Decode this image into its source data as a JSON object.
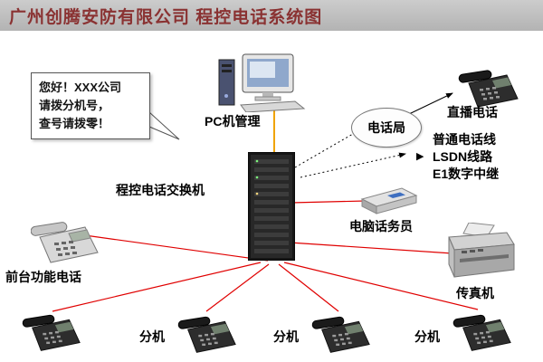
{
  "title_bar": {
    "title": "广州创腾安防有限公司 程控电话系统图"
  },
  "callout": {
    "lines": [
      "您好！XXX公司",
      "请拨分机号，",
      "查号请拨零！"
    ]
  },
  "labels": {
    "pc": "PC机管理",
    "switch": "程控电话交换机",
    "telecom_office": "电话局",
    "direct_phone": "直播电话",
    "ordinary_line": "普通电话线",
    "lsdn_line": "LSDN线路",
    "e1_line": "E1数字中继",
    "operator": "电脑话务员",
    "fax": "传真机",
    "front_desk": "前台功能电话",
    "extensions": [
      "分机",
      "分机",
      "分机"
    ]
  },
  "icons": {
    "arrow_right_glyph": "▶"
  },
  "colors": {
    "connection_red": "#e00000",
    "pc_link_orange": "#f0a300",
    "title_text": "#8a3232",
    "title_bg": "#bdbdbd"
  }
}
